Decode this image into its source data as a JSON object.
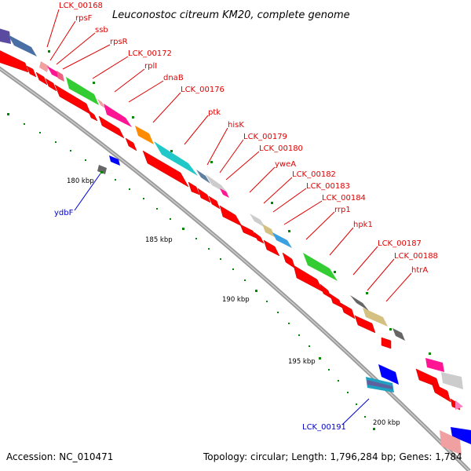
{
  "title": "Leuconostoc citreum KM20, complete genome",
  "footer": {
    "accession": "Accession: NC_010471",
    "summary": "Topology: circular; Length: 1,796,284 bp; Genes: 1,784"
  },
  "ticks": [
    "180 kbp",
    "185 kbp",
    "190 kbp",
    "195 kbp",
    "200 kbp"
  ],
  "gene_labels_red": [
    "LCK_00168",
    "rpsF",
    "ssb",
    "rpsR",
    "LCK_00172",
    "rplI",
    "dnaB",
    "LCK_00176",
    "ptk",
    "hisK",
    "LCK_00179",
    "LCK_00180",
    "yweA",
    "LCK_00182",
    "LCK_00183",
    "LCK_00184",
    "rrp1",
    "hpk1",
    "LCK_00187",
    "LCK_00188",
    "htrA"
  ],
  "gene_labels_blue": [
    "ydbF",
    "LCK_00191"
  ],
  "colors": {
    "cds_red": "#ff0000",
    "backbone": "#808080",
    "label_red": "#e00000",
    "label_blue": "#0000cc",
    "tick_green": "#008800"
  }
}
